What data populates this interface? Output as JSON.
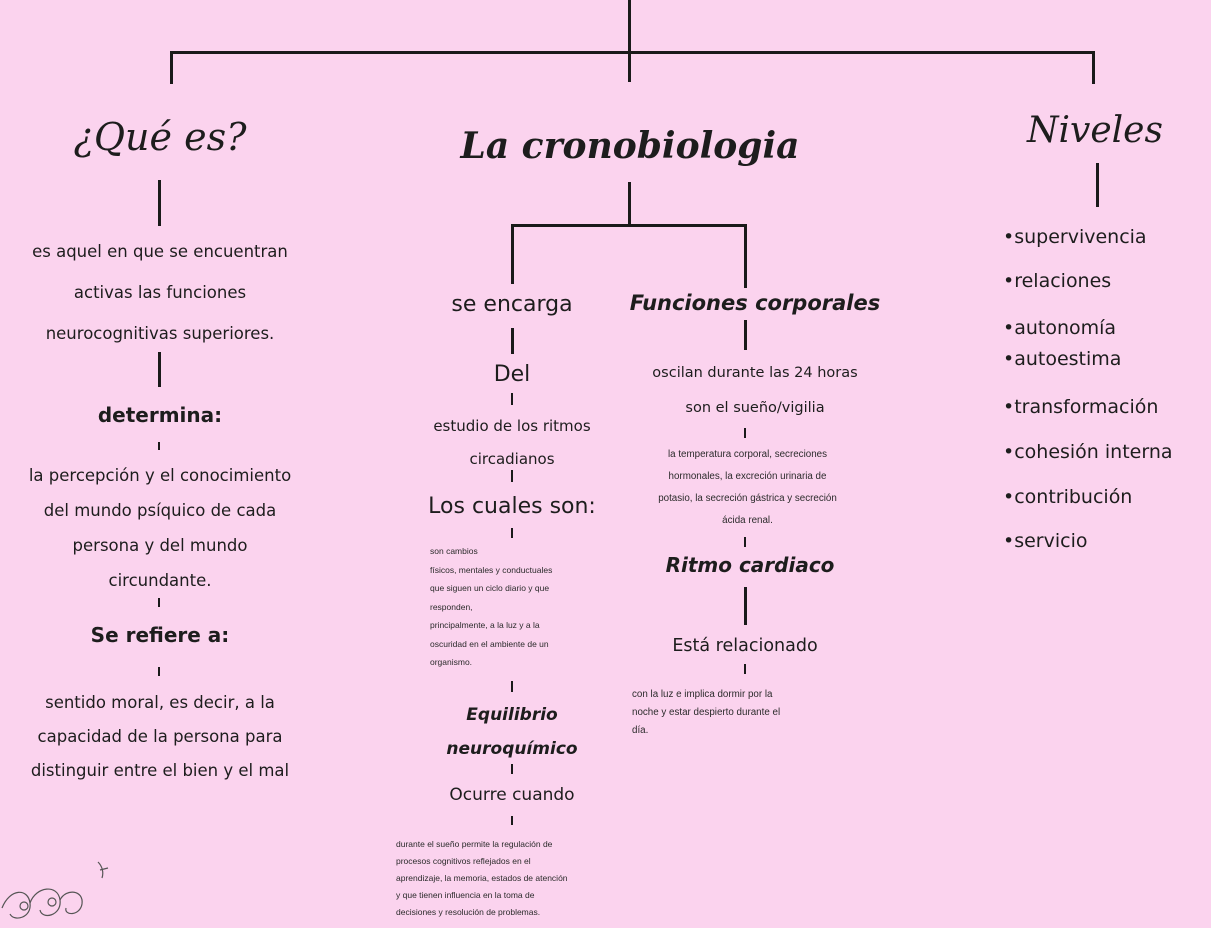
{
  "title": "La cronobiologia",
  "left": {
    "heading": "¿Qué es?",
    "definition": [
      "es aquel en que se encuentran",
      "activas las funciones",
      "neurocognitivas superiores."
    ],
    "determina_label": "determina:",
    "determina_text": [
      "la percepción y el conocimiento",
      "del mundo psíquico de cada",
      "persona y del mundo",
      "circundante."
    ],
    "refiere_label": "Se refiere a:",
    "refiere_text": [
      "sentido moral, es decir, a la",
      "capacidad de la persona para",
      "distinguir entre el bien y el mal"
    ]
  },
  "middle_left": {
    "se_encarga": "se encarga",
    "del": "Del",
    "estudio": [
      "estudio de los ritmos",
      "circadianos"
    ],
    "los_cuales": "Los cuales son:",
    "cuales_text": [
      "son cambios",
      "físicos, mentales y conductuales",
      "que siguen un ciclo diario y que",
      "responden,",
      "principalmente, a la luz y a la",
      "oscuridad en el ambiente de un",
      "organismo."
    ],
    "equilibrio": [
      "Equilibrio",
      "neuroquímico"
    ],
    "ocurre": "Ocurre cuando",
    "ocurre_text": [
      "durante el sueño permite la regulación de",
      "procesos cognitivos reflejados en el",
      "aprendizaje, la memoria, estados de atención",
      "y que tienen influencia en la toma de",
      "decisiones y resolución de problemas."
    ]
  },
  "middle_right": {
    "funciones": "Funciones corporales",
    "oscilan": [
      "oscilan durante las 24 horas",
      "son el sueño/vigilia"
    ],
    "temp_text": [
      "la temperatura corporal, secreciones",
      "hormonales, la excreción urinaria de",
      "potasio, la secreción gástrica y secreción",
      "ácida renal."
    ],
    "ritmo": "Ritmo cardiaco",
    "relacionado": "Está relacionado",
    "relacionado_text": [
      "con la luz e implica dormir por la",
      "noche y estar despierto durante el",
      "día."
    ]
  },
  "right": {
    "heading": "Niveles",
    "items": [
      "•supervivencia",
      "•relaciones",
      "•autonomía",
      "•autoestima",
      "•transformación",
      "•cohesión interna",
      "•contribución",
      "•servicio"
    ]
  },
  "colors": {
    "background": "#fbd3ee",
    "line": "#1a1a1a",
    "text": "#1d1d1d"
  }
}
